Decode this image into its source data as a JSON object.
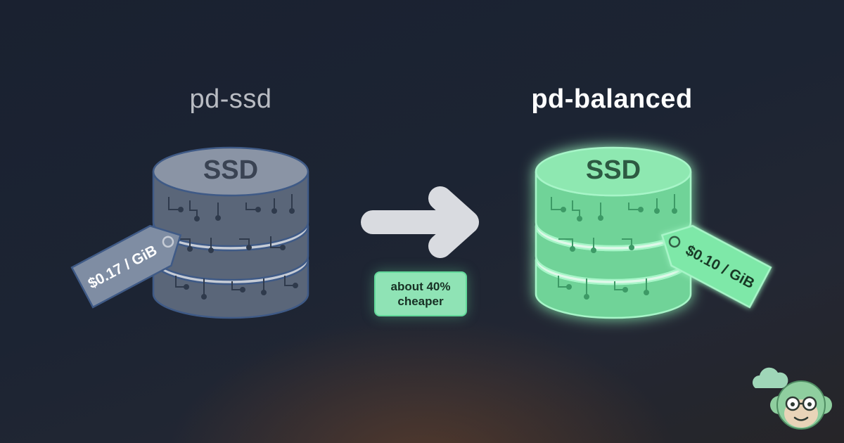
{
  "left": {
    "title": "pd-ssd",
    "disk_label": "SSD",
    "price_tag": "$0.17 / GiB"
  },
  "right": {
    "title": "pd-balanced",
    "disk_label": "SSD",
    "price_tag": "$0.10 / GiB"
  },
  "comparison": {
    "badge": "about 40% cheaper"
  },
  "colors": {
    "left_disk": "#7f8da3",
    "right_disk": "#7ee8a8",
    "arrow": "#d9dbe0",
    "badge": "#8fe3b5"
  },
  "icons": [
    "cloud-icon",
    "monkey-mascot-icon",
    "arrow-right-icon",
    "price-tag-icon",
    "circuit-icon"
  ]
}
